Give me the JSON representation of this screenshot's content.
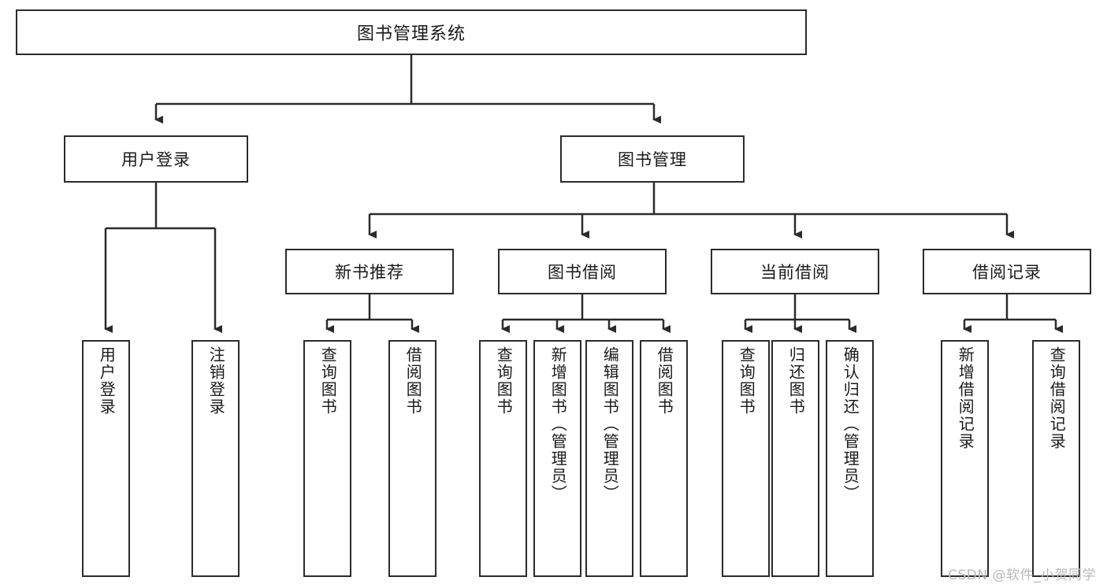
{
  "diagram": {
    "title": "图书管理系统",
    "type": "tree-hierarchy",
    "orientation": "top-down",
    "root": {
      "label": "图书管理系统"
    },
    "level2": [
      {
        "label": "用户登录"
      },
      {
        "label": "图书管理"
      }
    ],
    "level3": [
      {
        "label": "新书推荐"
      },
      {
        "label": "图书借阅"
      },
      {
        "label": "当前借阅"
      },
      {
        "label": "借阅记录"
      }
    ],
    "leaves": {
      "user_login": [
        {
          "label": "用户登录"
        },
        {
          "label": "注销登录"
        }
      ],
      "new_book_recommend": [
        {
          "label": "查询图书"
        },
        {
          "label": "借阅图书"
        }
      ],
      "book_borrow": [
        {
          "label": "查询图书"
        },
        {
          "label": "新增图书（管理员）"
        },
        {
          "label": "编辑图书（管理员）"
        },
        {
          "label": "借阅图书"
        }
      ],
      "current_borrow": [
        {
          "label": "查询图书"
        },
        {
          "label": "归还图书"
        },
        {
          "label": "确认归还（管理员）"
        }
      ],
      "borrow_record": [
        {
          "label": "新增借阅记录"
        },
        {
          "label": "查询借阅记录"
        }
      ]
    },
    "watermark": "CSDN @软件_小贺同学",
    "colors": {
      "stroke": "#2b2b2b",
      "fill": "#ffffff",
      "text": "#1a1a1a",
      "watermark": "#b9b9b9"
    }
  }
}
